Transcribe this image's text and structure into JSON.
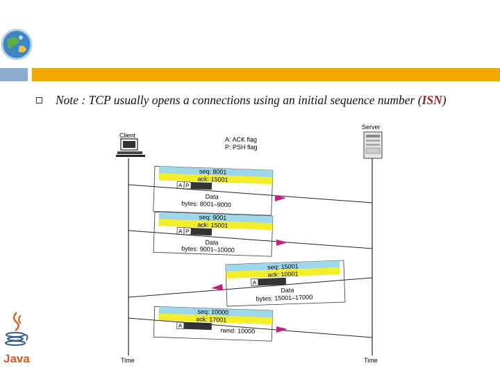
{
  "note": {
    "prefix": "Note : TCP usually opens a connections using an initial sequence number (",
    "isn": "ISN",
    "suffix": ")"
  },
  "diagram": {
    "client_label": "Client",
    "server_label": "Server",
    "legend_a": "A: ACK flag",
    "legend_p": "P: PSH flag",
    "time_left": "Time",
    "time_right": "Time",
    "segments": [
      {
        "seq": "seq: 8001",
        "ack": "ack: 15001",
        "flag1": "A",
        "flag2": "P",
        "data": "Data",
        "bytes": "bytes: 8001–9000"
      },
      {
        "seq": "seq: 9001",
        "ack": "ack: 15001",
        "flag1": "A",
        "flag2": "P",
        "data": "Data",
        "bytes": "bytes: 9001–10000"
      },
      {
        "seq": "seq: 15001",
        "ack": "ack: 10001",
        "flag1": "A",
        "data": "Data",
        "bytes": "bytes: 15001–17000"
      },
      {
        "seq": "seq: 10000",
        "ack": "ack: 17001",
        "flag1": "A",
        "rwnd": "rwnd: 10000"
      }
    ]
  },
  "java_logo_text": "Java",
  "colors": {
    "accent_orange": "#f0a800",
    "accent_blue": "#8eaccd",
    "seq_band": "#9fd7ea",
    "ack_band": "#f4ee2a",
    "arrow_magenta": "#c8197e"
  }
}
